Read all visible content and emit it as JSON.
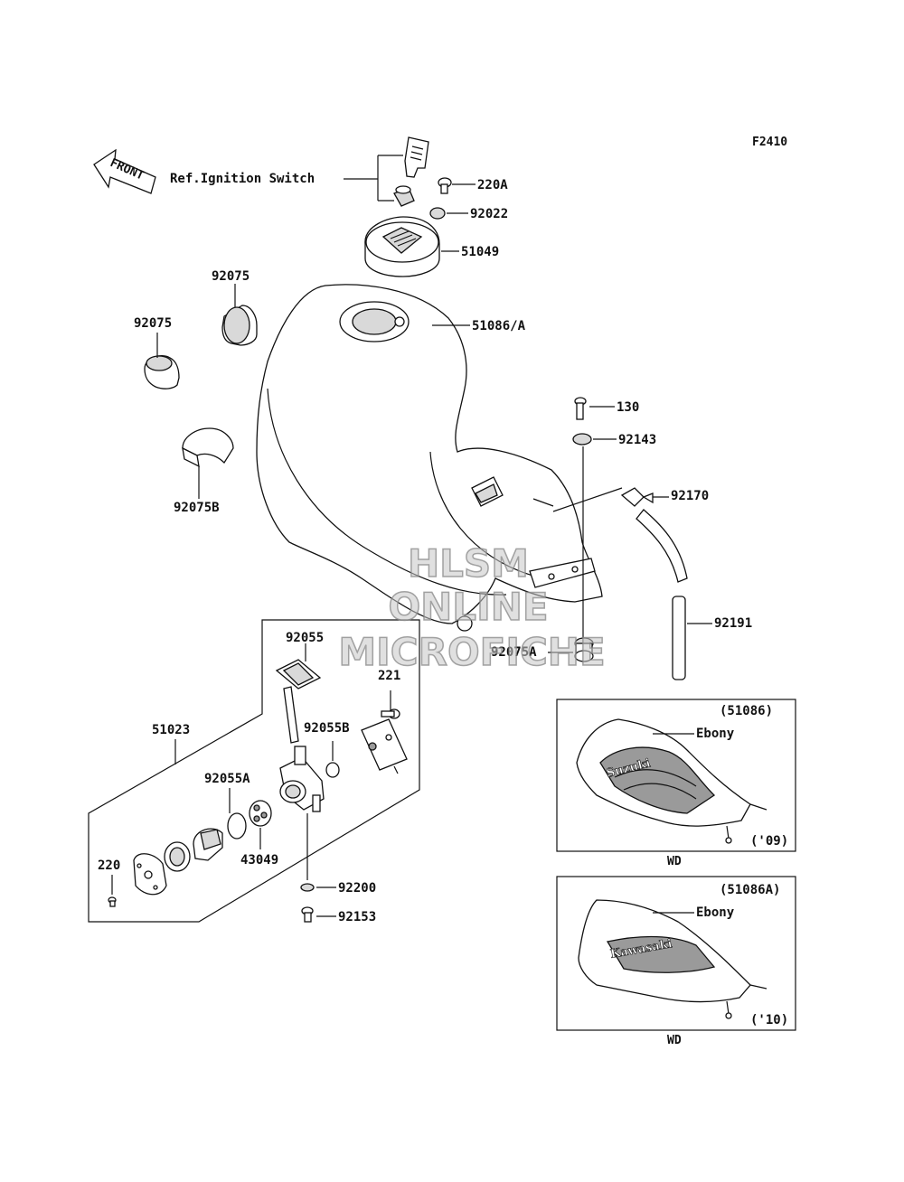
{
  "figure_code": "F2410",
  "front_label": "FRONT",
  "ref_note": "Ref.Ignition Switch",
  "watermark": {
    "line1": "HLSM",
    "line2": "ONLINE",
    "line3": "MICROFICHE"
  },
  "callouts": {
    "p220A": "220A",
    "p92022": "92022",
    "p51049": "51049",
    "p51086A": "51086/A",
    "p92075_top": "92075",
    "p92075_left": "92075",
    "p92075B": "92075B",
    "p130": "130",
    "p92143": "92143",
    "p92170": "92170",
    "p92191": "92191",
    "p92075A": "92075A",
    "p92055": "92055",
    "p221": "221",
    "p51023": "51023",
    "p92055B": "92055B",
    "p92055A": "92055A",
    "p43049": "43049",
    "p220": "220",
    "p92200": "92200",
    "p92153": "92153"
  },
  "inset_09": {
    "code": "(51086)",
    "color": "Ebony",
    "year": "('09)",
    "region": "WD",
    "logo": "Suzuki"
  },
  "inset_10": {
    "code": "(51086A)",
    "color": "Ebony",
    "year": "('10)",
    "region": "WD",
    "logo": "Kawasaki"
  }
}
